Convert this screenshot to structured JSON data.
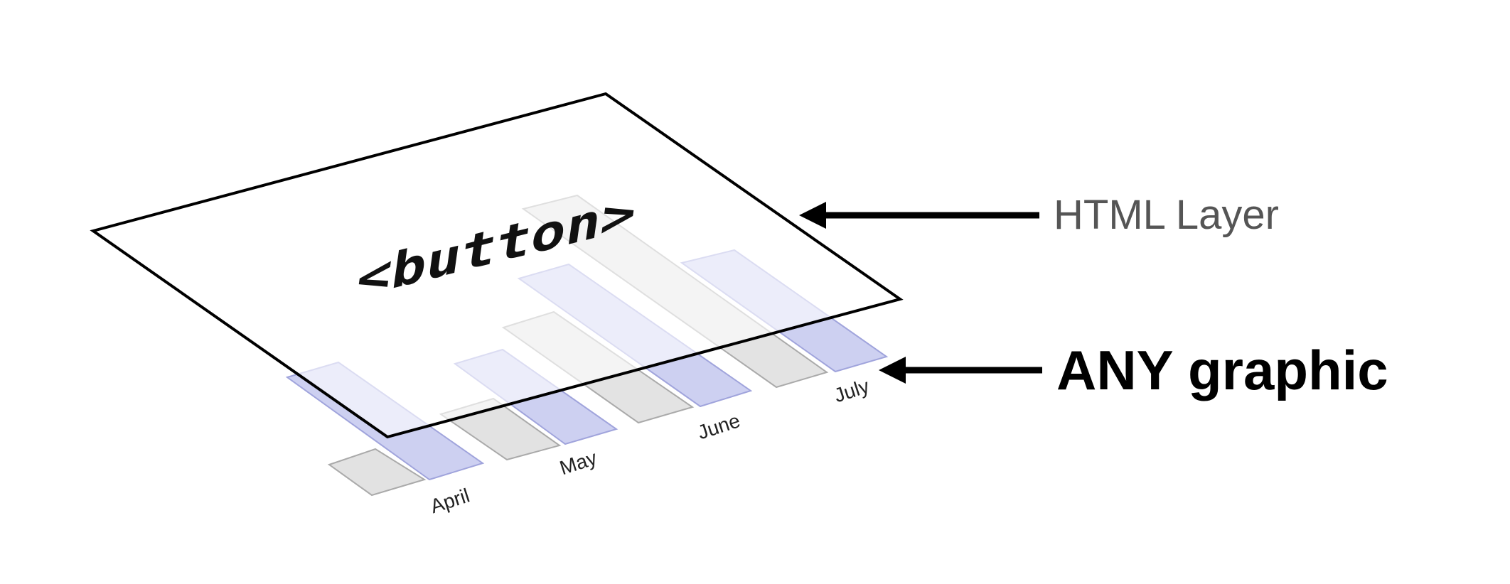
{
  "html_layer": {
    "tag_text": "<button>",
    "label": "HTML Layer",
    "label_color": "#555555"
  },
  "graphic_layer": {
    "label": "ANY graphic",
    "label_color": "#000000",
    "chart": {
      "months": [
        "April",
        "May",
        "June",
        "July"
      ],
      "series_colors": {
        "gray": "#e2e2e2",
        "blue": "#c8cbf0"
      }
    }
  }
}
